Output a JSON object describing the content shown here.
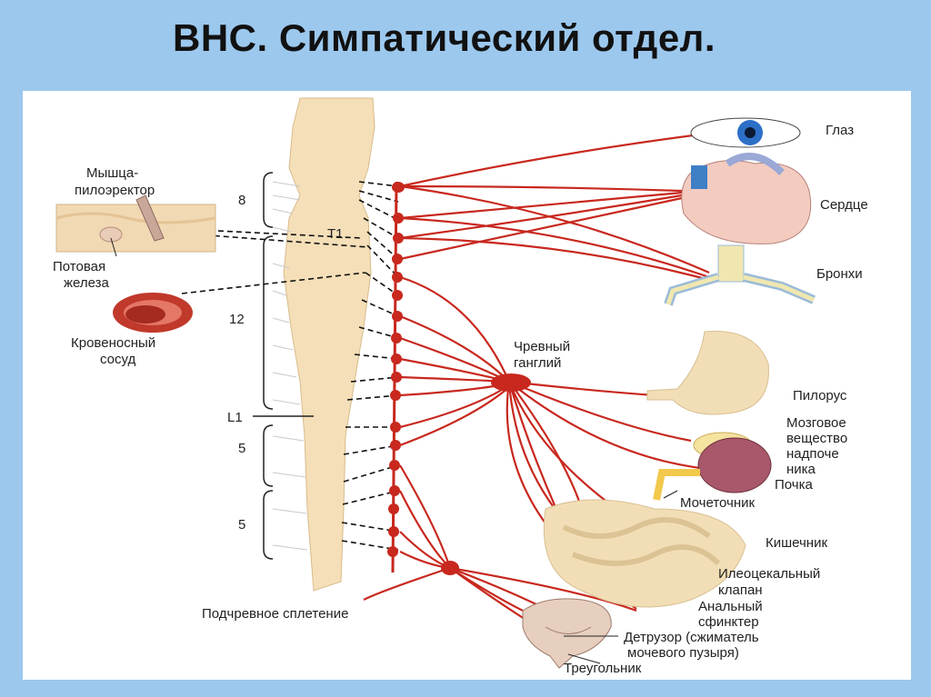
{
  "title": "ВНС. Симпатический отдел.",
  "segments": {
    "thoracic_count": "8",
    "t1": "T1",
    "lower_count": "12",
    "l1": "L1",
    "lumbar": "5",
    "sacral": "5"
  },
  "left_labels": {
    "piloerector": [
      "Мышца-",
      "пилоэректор"
    ],
    "sweat_gland": [
      "Потовая",
      "железа"
    ],
    "blood_vessel": [
      "Кровеносный",
      "сосуд"
    ]
  },
  "celiac": [
    "Чревный",
    "ганглий"
  ],
  "hypogastric": "Подчревное сплетение",
  "organs": {
    "eye": "Глаз",
    "heart": "Сердце",
    "bronchi": "Бронхи",
    "pylorus": "Пилорус",
    "adrenal": [
      "Мозговое",
      "вещество",
      "надпоче",
      "ника"
    ],
    "kidney": "Почка",
    "ureter": "Мочеточник",
    "intestine": "Кишечник",
    "ileocecal": [
      "Илеоцекальный",
      "клапан"
    ],
    "anal": [
      "Анальный",
      "сфинктер"
    ],
    "detrusor": [
      "Детрузор (сжиматель",
      "мочевого пузыря)"
    ],
    "trigone": "Треугольник"
  },
  "colors": {
    "nerve": "#c8281e",
    "spine": "#f5dfb8",
    "background": "#9cc8ee"
  }
}
